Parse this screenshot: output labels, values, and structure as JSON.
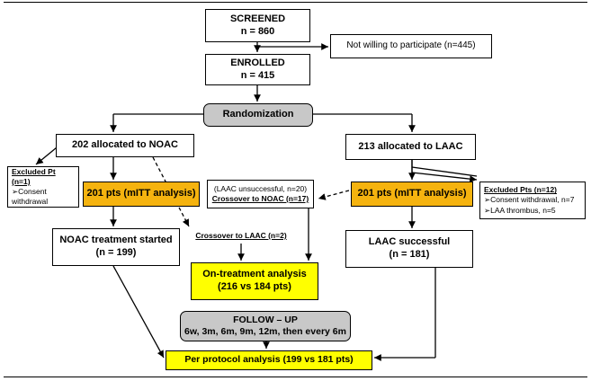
{
  "screened": {
    "label": "SCREENED",
    "count": "n = 860"
  },
  "not_willing": "Not willing to participate (n=445)",
  "enrolled": {
    "label": "ENROLLED",
    "count": "n = 415"
  },
  "randomization": "Randomization",
  "noac_alloc": "202 allocated to NOAC",
  "laac_alloc": "213 allocated to LAAC",
  "excluded_left": {
    "title": "Excluded Pt (n=1)",
    "items": [
      "➢Consent",
      "withdrawal"
    ]
  },
  "noac_mitt": "201 pts (mITT analysis)",
  "laac_mitt": "201 pts (mITT analysis)",
  "crossover_noac": {
    "line1": "(LAAC unsuccessful, n=20)",
    "line2": "Crossover to NOAC (n=17)"
  },
  "excluded_right": {
    "title": "Excluded Pts (n=12)",
    "items": [
      "➢Consent withdrawal, n=7",
      "➢LAA thrombus, n=5"
    ]
  },
  "noac_started": {
    "line1": "NOAC treatment started",
    "line2": "(n = 199)"
  },
  "crossover_laac": "Crossover to LAAC (n=2)",
  "laac_success": {
    "line1": "LAAC successful",
    "line2": "(n = 181)"
  },
  "on_treatment": {
    "line1": "On-treatment analysis",
    "line2": "(216 vs 184 pts)"
  },
  "follow_up": {
    "line1": "FOLLOW – UP",
    "line2": "6w, 3m, 6m, 9m, 12m, then every 6m"
  },
  "per_protocol": "Per protocol analysis (199 vs 181 pts)"
}
